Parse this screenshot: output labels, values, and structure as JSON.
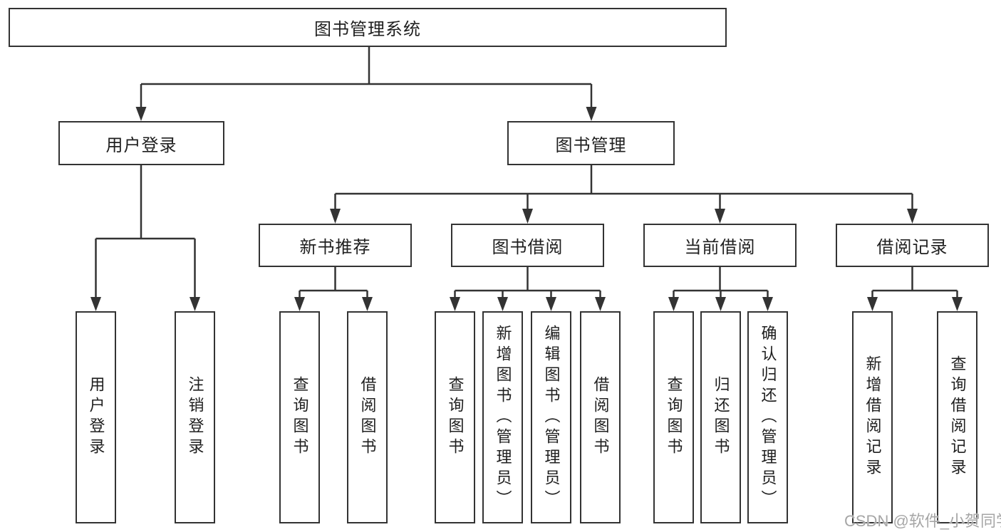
{
  "diagram": {
    "root": {
      "label": "图书管理系统"
    },
    "level2": [
      {
        "label": "用户登录"
      },
      {
        "label": "图书管理"
      }
    ],
    "level3": [
      {
        "label": "新书推荐",
        "parent": "图书管理"
      },
      {
        "label": "图书借阅",
        "parent": "图书管理"
      },
      {
        "label": "当前借阅",
        "parent": "图书管理"
      },
      {
        "label": "借阅记录",
        "parent": "图书管理"
      }
    ],
    "leaves": [
      {
        "label": "用户登录",
        "parent": "用户登录"
      },
      {
        "label": "注销登录",
        "parent": "用户登录"
      },
      {
        "label": "查询图书",
        "parent": "新书推荐"
      },
      {
        "label": "借阅图书",
        "parent": "新书推荐"
      },
      {
        "label": "查询图书",
        "parent": "图书借阅"
      },
      {
        "label": "新增图书（管理员）",
        "parent": "图书借阅"
      },
      {
        "label": "编辑图书（管理员）",
        "parent": "图书借阅"
      },
      {
        "label": "借阅图书",
        "parent": "图书借阅"
      },
      {
        "label": "查询图书",
        "parent": "当前借阅"
      },
      {
        "label": "归还图书",
        "parent": "当前借阅"
      },
      {
        "label": "确认归还（管理员）",
        "parent": "当前借阅"
      },
      {
        "label": "新增借阅记录",
        "parent": "借阅记录"
      },
      {
        "label": "查询借阅记录",
        "parent": "借阅记录"
      }
    ]
  },
  "watermark": "CSDN @软件_小贺同学",
  "colors": {
    "line": "#333333",
    "border": "#333333",
    "text": "#1f1f1f",
    "watermark": "#9e9e9e",
    "background": "#ffffff"
  }
}
